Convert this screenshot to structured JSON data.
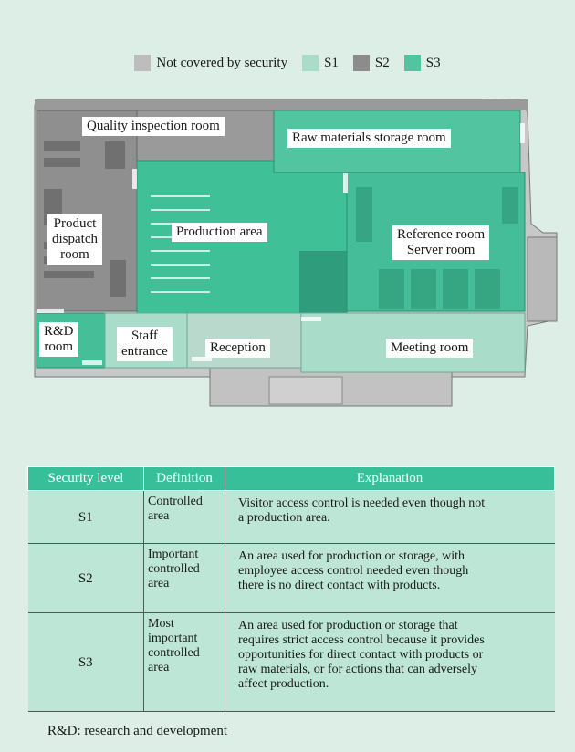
{
  "legend": [
    {
      "label": "Not covered by security",
      "color": "#bdbdbd"
    },
    {
      "label": "S1",
      "color": "#a9ddc9"
    },
    {
      "label": "S2",
      "color": "#8c8c8c"
    },
    {
      "label": "S3",
      "color": "#52c4a0"
    }
  ],
  "rooms": {
    "quality": "Quality inspection room",
    "raw": "Raw materials storage room",
    "production": "Production area",
    "dispatch_1": "Product",
    "dispatch_2": "dispatch",
    "dispatch_3": "room",
    "reference_1": "Reference room",
    "reference_2": "Server room",
    "rd_1": "R&D",
    "rd_2": "room",
    "staff_1": "Staff",
    "staff_2": "entrance",
    "reception": "Reception",
    "meeting": "Meeting room"
  },
  "table": {
    "headers": [
      "Security level",
      "Definition",
      "Explanation"
    ],
    "rows": [
      {
        "level": "S1",
        "definition": [
          "Controlled",
          "area"
        ],
        "explanation": [
          "Visitor access control is needed even though not",
          "a production area."
        ]
      },
      {
        "level": "S2",
        "definition": [
          "Important",
          "controlled",
          "area"
        ],
        "explanation": [
          "An area used for production or storage, with",
          "employee access control needed even though",
          "there is no direct contact with products."
        ]
      },
      {
        "level": "S3",
        "definition": [
          "Most",
          "important",
          "controlled",
          "area"
        ],
        "explanation": [
          "An area used for production or storage that",
          "requires strict access control because it provides",
          "opportunities for direct contact with products or",
          "raw materials, or for actions that can adversely",
          "affect production."
        ]
      }
    ]
  },
  "footnote": "R&D: research and development"
}
